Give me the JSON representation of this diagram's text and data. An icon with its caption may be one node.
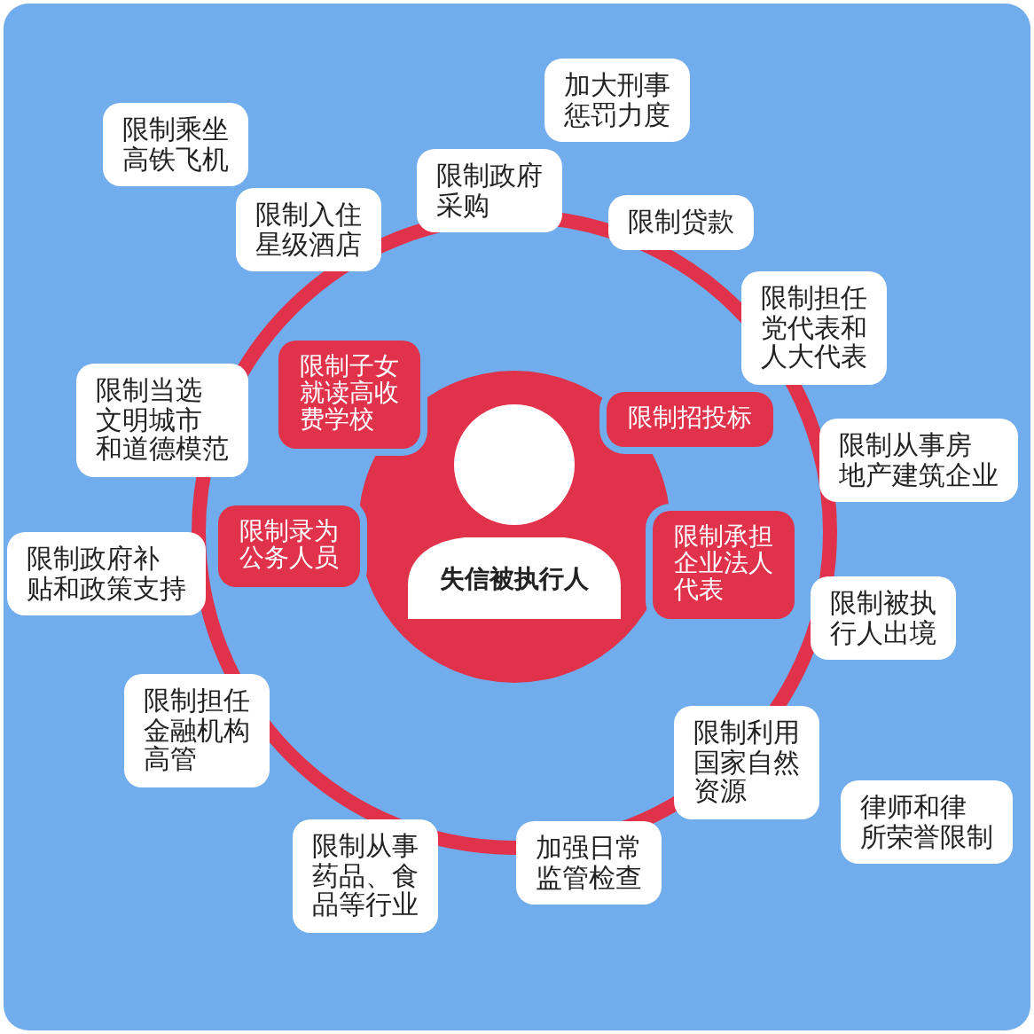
{
  "diagram": {
    "nodes": [
      {
        "text": [
          "失信被执行人"
        ]
      },
      {
        "text": [
          "加大刑事惩罚力度"
        ]
      },
      {
        "text": [
          "限制乘坐高铁飞机"
        ]
      },
      {
        "text": [
          "限制政府采购"
        ]
      },
      {
        "text": [
          "限制入住星级酒店"
        ]
      },
      {
        "text": [
          "限制贷款"
        ]
      },
      {
        "text": [
          "限制担任党代表和人大代表"
        ]
      },
      {
        "text": [
          "限制子女就读高收费学校"
        ]
      },
      {
        "text": [
          "限制当选文明城市和道德模范"
        ]
      },
      {
        "text": [
          "限制招投标"
        ]
      },
      {
        "text": [
          "限制从事房地产建筑企业"
        ]
      },
      {
        "text": [
          "限制录为公务人员"
        ]
      },
      {
        "text": [
          "限制承担企业法人代表"
        ]
      },
      {
        "text": [
          "限制政府补贴和政策支持"
        ]
      },
      {
        "text": [
          "限制被执行人出境"
        ]
      },
      {
        "text": [
          "限制担任金融机构高管"
        ]
      },
      {
        "text": [
          "限制利用国家自然资源"
        ]
      },
      {
        "text": [
          "律师和律所荣誉限制"
        ]
      },
      {
        "text": [
          "限制从事药品、食品等行业"
        ]
      },
      {
        "text": [
          "加强日常监管检查"
        ]
      }
    ]
  }
}
